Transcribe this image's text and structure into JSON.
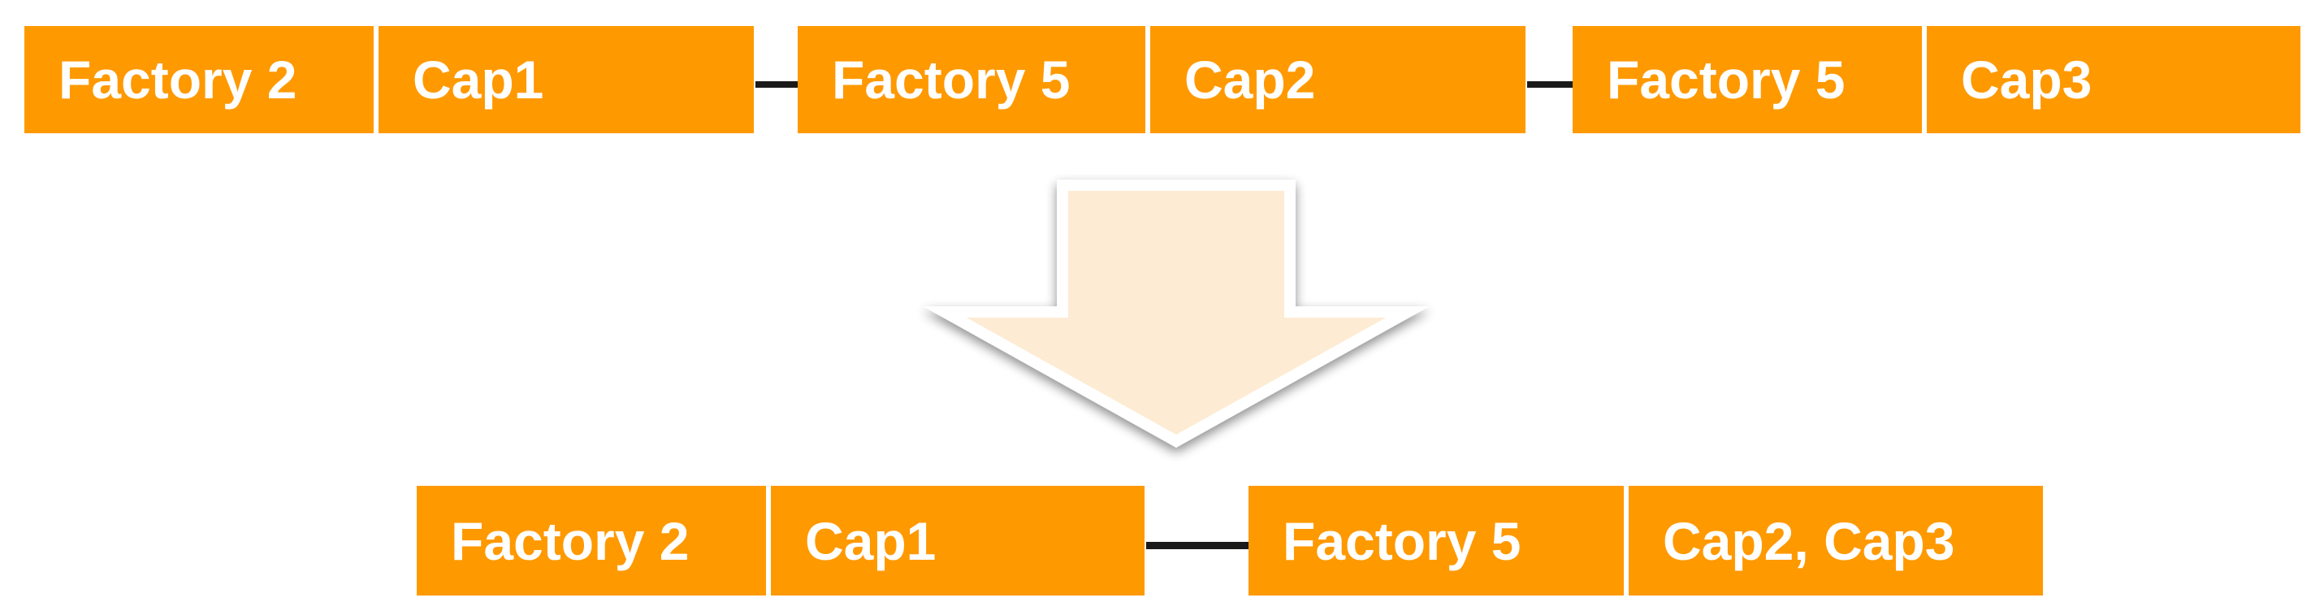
{
  "top_row": {
    "segments": [
      {
        "factory": "Factory 2",
        "capability": "Cap1"
      },
      {
        "factory": "Factory 5",
        "capability": "Cap2"
      },
      {
        "factory": "Factory 5",
        "capability": "Cap3"
      }
    ]
  },
  "bottom_row": {
    "segments": [
      {
        "factory": "Factory 2",
        "capability": "Cap1"
      },
      {
        "factory": "Factory 5",
        "capability": "Cap2, Cap3"
      }
    ]
  },
  "colors": {
    "cell_fill": "#ff9900",
    "cell_text": "#ffffff",
    "connector": "#1a1a1a",
    "arrow_fill": "#fdebd3",
    "arrow_outline": "#ffffff"
  },
  "icons": {
    "transform_arrow": "down-arrow-icon"
  }
}
